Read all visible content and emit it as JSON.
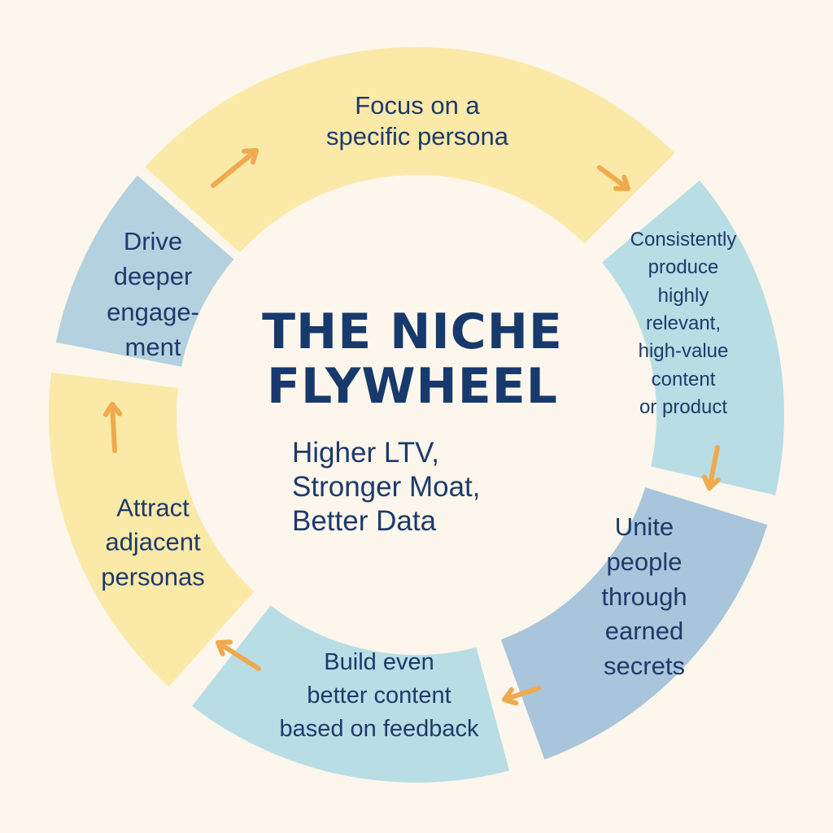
{
  "title_lines": [
    "THE NICHE",
    "FLYWHEEL"
  ],
  "benefit_lines": [
    "Higher LTV,",
    "Stronger Moat,",
    "Better Data"
  ],
  "steps": [
    {
      "lines": [
        "Focus on a",
        "specific persona"
      ],
      "color": "#fbe9a8"
    },
    {
      "lines": [
        "Consistently",
        "produce",
        "highly",
        "relevant,",
        "high-value",
        "content",
        "or product"
      ],
      "color": "#b9dde4"
    },
    {
      "lines": [
        "Unite",
        "people",
        "through",
        "earned",
        "secrets"
      ],
      "color": "#a9c5db"
    },
    {
      "lines": [
        "Build even",
        "better content",
        "based on feedback"
      ],
      "color": "#b9dde4"
    },
    {
      "lines": [
        "Attract",
        "adjacent",
        "personas"
      ],
      "color": "#fbe9a8"
    },
    {
      "lines": [
        "Drive",
        "deeper",
        "engage-",
        "ment"
      ],
      "color": "#b3d1df"
    }
  ],
  "colors": {
    "arrow": "#f0a94d",
    "text": "#1d3a6a",
    "background": "#fcf6ec"
  }
}
